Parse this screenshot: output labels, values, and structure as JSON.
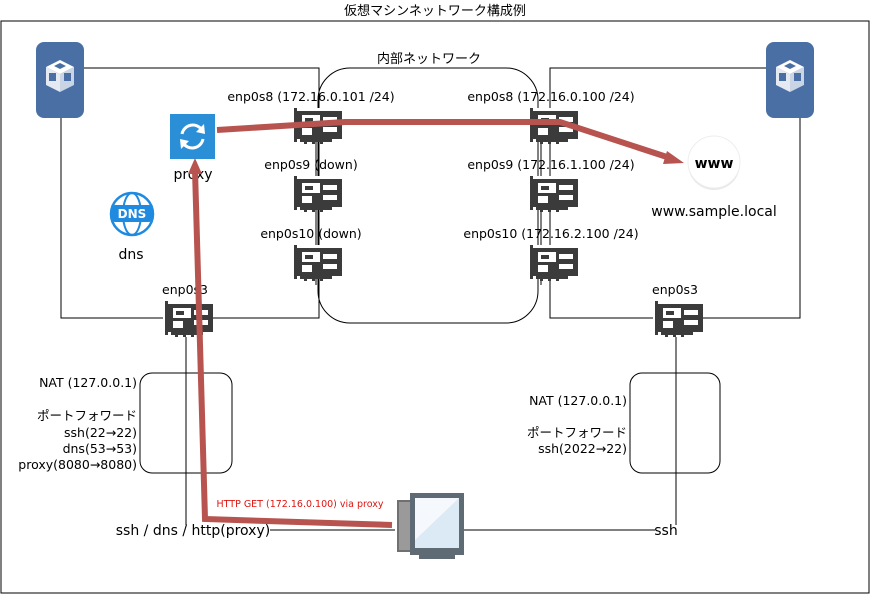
{
  "title": "仮想マシンネットワーク構成例",
  "internal_network_label": "内部ネットワーク",
  "left_vm": {
    "icon": "virtualbox-icon",
    "proxy_label": "proxy",
    "dns_icon_text": "DNS",
    "dns_label": "dns",
    "nic_enp0s8": "enp0s8 (172.16.0.101 /24)",
    "nic_enp0s9": "enp0s9 (down)",
    "nic_enp0s10": "enp0s10 (down)",
    "nic_enp0s3": "enp0s3",
    "nat": {
      "addr": "NAT (127.0.0.1)",
      "port_forward_title": "ポートフォワード",
      "rules": [
        "ssh(22→22)",
        "dns(53→53)",
        "proxy(8080→8080)"
      ]
    },
    "access_label": "ssh / dns / http(proxy)"
  },
  "right_vm": {
    "icon": "virtualbox-icon",
    "www_icon_text": "www",
    "www_label": "www.sample.local",
    "nic_enp0s8": "enp0s8 (172.16.0.100 /24)",
    "nic_enp0s9": "enp0s9 (172.16.1.100 /24)",
    "nic_enp0s10": "enp0s10 (172.16.2.100 /24)",
    "nic_enp0s3": "enp0s3",
    "nat": {
      "addr": "NAT (127.0.0.1)",
      "port_forward_title": "ポートフォワード",
      "rules": [
        "ssh(2022→22)"
      ]
    },
    "access_label": "ssh"
  },
  "http_flow_label": "HTTP GET (172.16.0.100) via proxy",
  "colors": {
    "vbox_blue": "#4a6fa5",
    "flow_red": "#b85450",
    "flow_label_red": "#e0140f",
    "proxy_blue": "#2a8fd6",
    "dns_blue": "#1e8ae0",
    "nic_dark": "#3b3b3b"
  }
}
